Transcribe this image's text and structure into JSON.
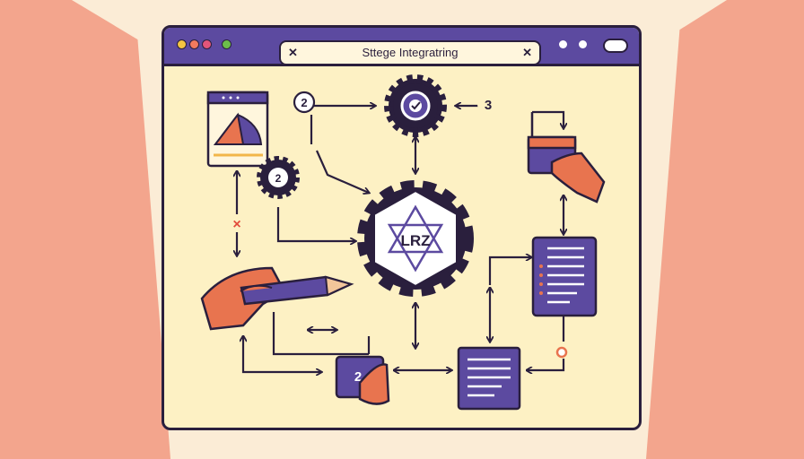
{
  "window": {
    "title": "Sttege Integratring",
    "traffic_colors": [
      "#f4c542",
      "#f27a5e",
      "#e2557a",
      "#6cbf4a"
    ]
  },
  "diagram": {
    "step_left": "2",
    "step_right": "3",
    "small_gear_label": "2",
    "hub_label": "LRZ",
    "hand_box_label": "2",
    "x_marker": "×"
  },
  "colors": {
    "outline": "#2a1f3d",
    "purple": "#5c4aa0",
    "window_bg": "#fdf1c4",
    "skin": "#e8744f",
    "peach_bg": "#f3a58d"
  }
}
